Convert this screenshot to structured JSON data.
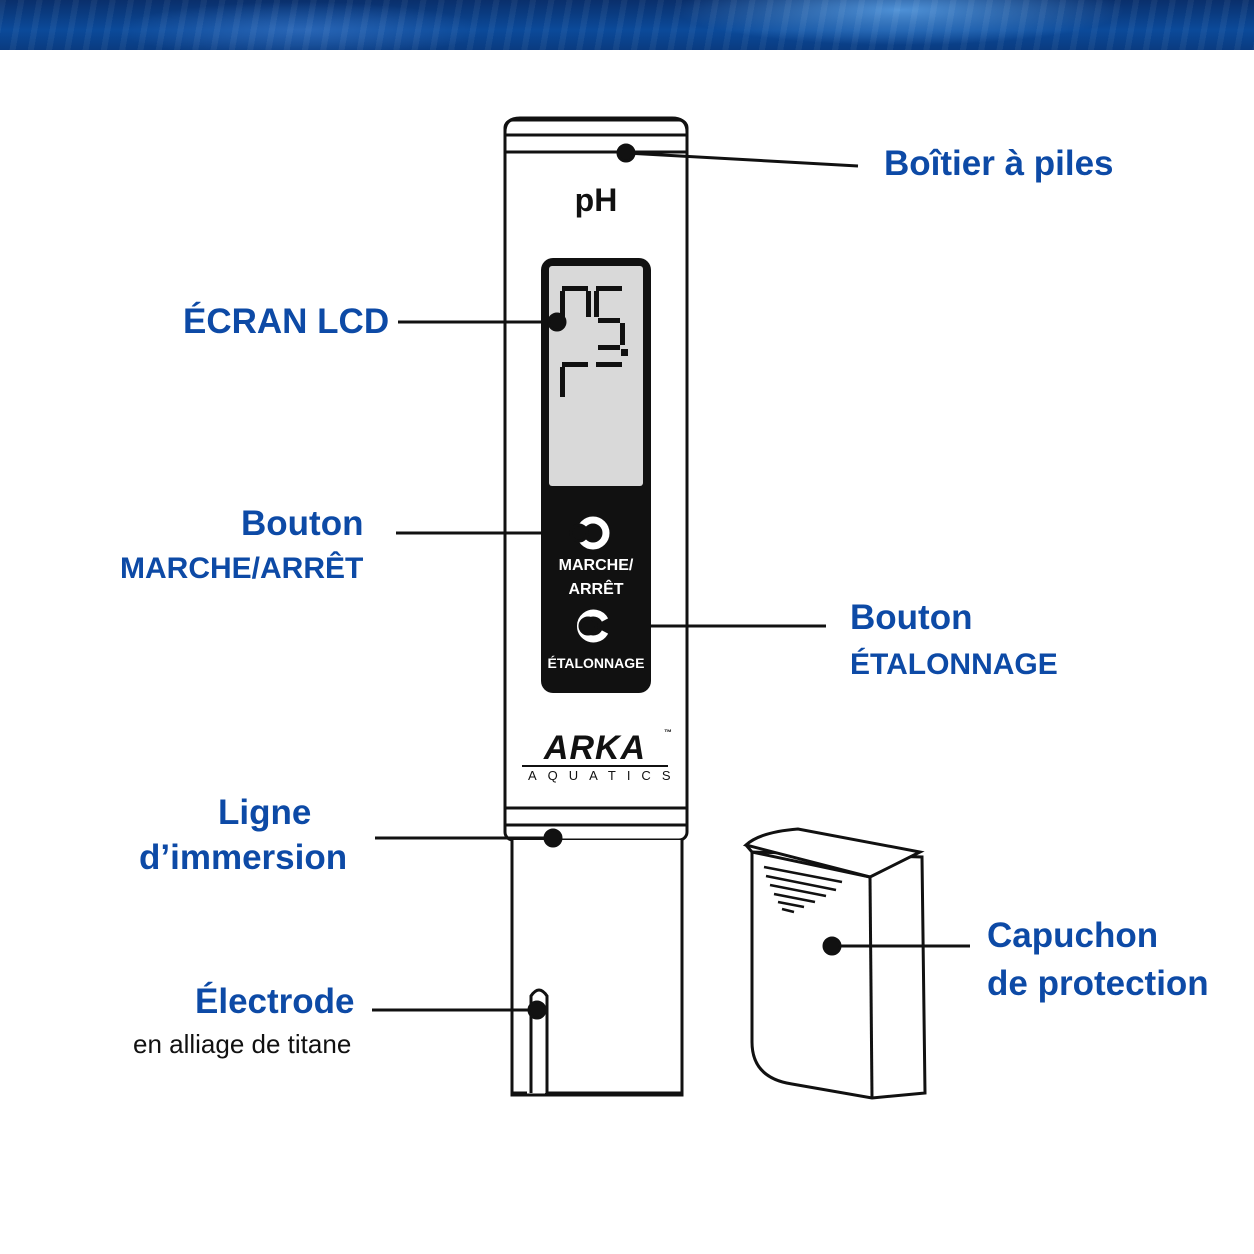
{
  "device": {
    "ph_label": "pH",
    "buttons": {
      "power_line1": "MARCHE/",
      "power_line2": "ARRÊT",
      "calibration": "ÉTALONNAGE"
    },
    "brand": {
      "name": "ARKA",
      "tagline": "AQUATICS",
      "trademark": "™"
    }
  },
  "callouts": {
    "battery": "Boîtier à piles",
    "lcd": "ÉCRAN LCD",
    "power_title": "Bouton",
    "power_sub": "MARCHE/ARRÊT",
    "calib_title": "Bouton",
    "calib_sub": "ÉTALONNAGE",
    "immersion_line1": "Ligne",
    "immersion_line2": "d’immersion",
    "cap_line1": "Capuchon",
    "cap_line2": "de protection",
    "electrode_title": "Électrode",
    "electrode_sub": "en alliage de titane"
  },
  "colors": {
    "callout_text": "#0d4aa6",
    "outline": "#111111",
    "lcd_screen": "#d9d9d9"
  }
}
